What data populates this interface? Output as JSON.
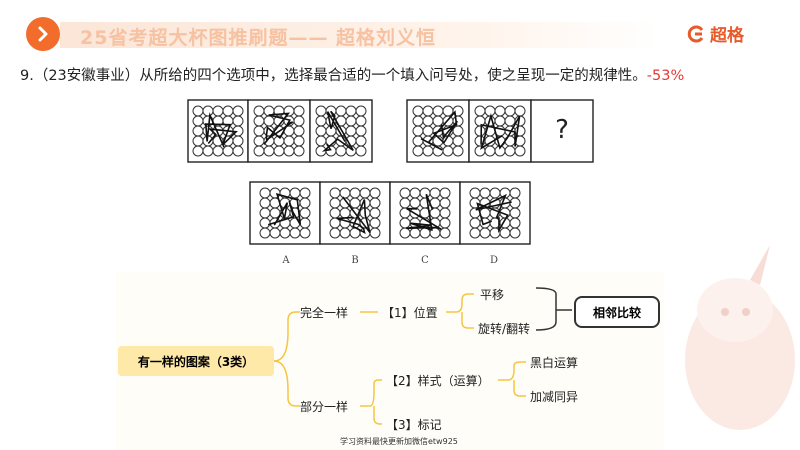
{
  "header": {
    "title": "25省考超大杯图推刷题—— 超格刘义恒",
    "brand": "超格",
    "accent": "#f26c2b"
  },
  "question": {
    "text": "9.（23安徽事业）从所给的四个选项中，选择最合适的一个填入问号处，使之呈现一定的规律性。",
    "rate": "-53%"
  },
  "puzzle": {
    "unknown": "?",
    "options": [
      "A",
      "B",
      "C",
      "D"
    ]
  },
  "mindmap": {
    "root": "有一样的图案（3类）",
    "branch1": "完全一样",
    "branch2": "部分一样",
    "pos": "【1】位置",
    "translate": "平移",
    "rotate": "旋转/翻转",
    "compare": "相邻比较",
    "style": "【2】样式（运算）",
    "bw": "黑白运算",
    "addsub": "加减同异",
    "mark": "【3】标记"
  },
  "watermark": "学习资料最快更新加微信etw925"
}
